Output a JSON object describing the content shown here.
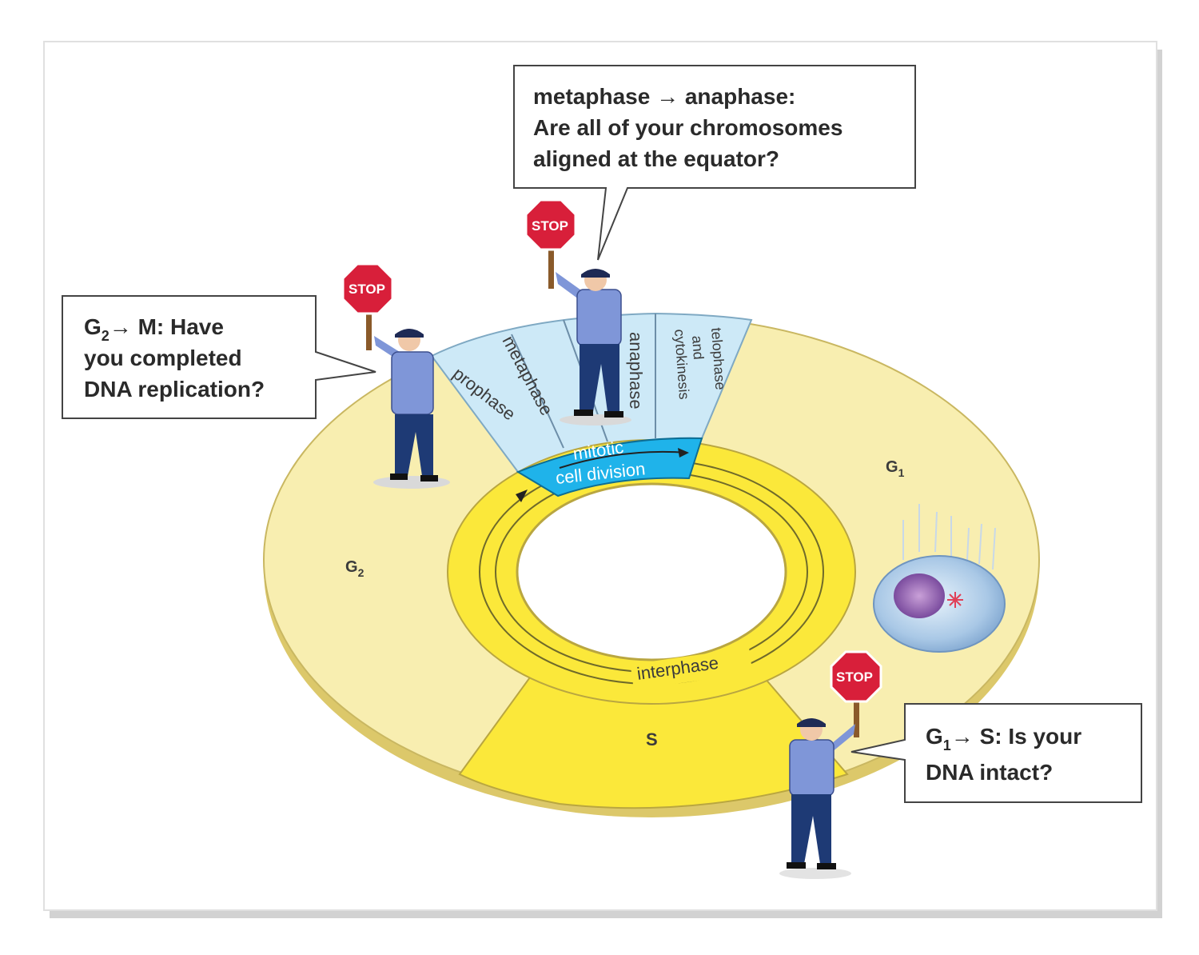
{
  "colors": {
    "background": "#ffffff",
    "frame_shadow": "#cfcfcf",
    "ring_interphase": "#f8eeb0",
    "ring_edge": "#d9c96a",
    "ring_s": "#fbe83a",
    "mitosis_wedge": "#cde9f7",
    "mitotic_band": "#1fb3ea",
    "inner_band": "#fbe83a",
    "stop_sign": "#d81f3a",
    "officer_shirt": "#7f96d8",
    "officer_pants": "#1e3a75"
  },
  "callouts": {
    "g2m": {
      "line1_main": "G",
      "line1_sub": "2",
      "line1_rest": "→ M: Have",
      "line2": "you completed",
      "line3": "DNA replication?"
    },
    "meta": {
      "line1": "metaphase → anaphase:",
      "line2": "Are all of your chromosomes",
      "line3": "aligned at the equator?"
    },
    "g1s": {
      "line1_main": "G",
      "line1_sub": "1",
      "line1_rest": "→ S: Is your",
      "line2": "DNA intact?"
    }
  },
  "stop_signs": [
    "STOP",
    "STOP",
    "STOP"
  ],
  "phases": {
    "g1_main": "G",
    "g1_sub": "1",
    "g2_main": "G",
    "g2_sub": "2",
    "s": "S",
    "prophase": "prophase",
    "metaphase": "metaphase",
    "anaphase": "anaphase",
    "telophase_line1": "telophase",
    "telophase_line2": "and",
    "telophase_line3": "cytokinesis",
    "mitotic_line1": "mitotic",
    "mitotic_line2": "cell division",
    "interphase": "interphase"
  }
}
